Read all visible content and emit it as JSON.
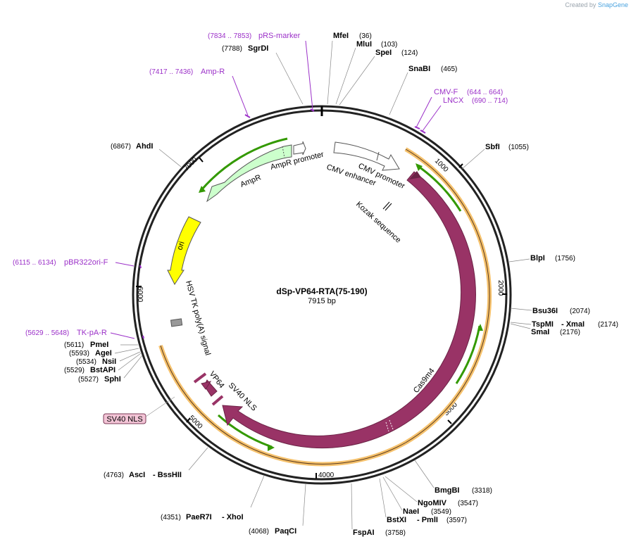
{
  "credit": {
    "prefix": "Created by",
    "brand": "SnapGene"
  },
  "plasmid": {
    "name": "dSp-VP64-RTA(75-190)",
    "length": "7915 bp"
  },
  "ticks": [
    "1000",
    "2000",
    "3000",
    "4000",
    "5000",
    "6000",
    "7000"
  ],
  "enzymes": [
    {
      "name": "MfeI",
      "pos": "(36)"
    },
    {
      "name": "MluI",
      "pos": "(103)"
    },
    {
      "name": "SpeI",
      "pos": "(124)"
    },
    {
      "name": "SnaBI",
      "pos": "(465)"
    },
    {
      "name": "SbfI",
      "pos": "(1055)"
    },
    {
      "name": "BlpI",
      "pos": "(1756)"
    },
    {
      "name": "Bsu36I",
      "pos": "(2074)"
    },
    {
      "name": "TspMI",
      "name2": "- XmaI",
      "pos": "(2174)"
    },
    {
      "name": "SmaI",
      "pos": "(2176)"
    },
    {
      "name": "BmgBI",
      "pos": "(3318)"
    },
    {
      "name": "NgoMIV",
      "pos": "(3547)"
    },
    {
      "name": "NaeI",
      "pos": "(3549)"
    },
    {
      "name": "BstXI",
      "name2": "- PmlI",
      "pos": "(3597)"
    },
    {
      "name": "FspAI",
      "pos": "(3758)"
    },
    {
      "name": "PaqCI",
      "pos": "(4068)"
    },
    {
      "name": "PaeR7I",
      "name2": "- XhoI",
      "pos": "(4351)"
    },
    {
      "name": "AscI",
      "name2": "- BssHII",
      "pos": "(4763)"
    },
    {
      "name": "SphI",
      "pos": "(5527)"
    },
    {
      "name": "BstAPI",
      "pos": "(5529)"
    },
    {
      "name": "NsiI",
      "pos": "(5534)"
    },
    {
      "name": "AgeI",
      "pos": "(5593)"
    },
    {
      "name": "PmeI",
      "pos": "(5611)"
    },
    {
      "name": "AhdI",
      "pos": "(6867)"
    },
    {
      "name": "SgrDI",
      "pos": "(7788)"
    }
  ],
  "primers": [
    {
      "name": "pRS-marker",
      "range": "(7834 .. 7853)"
    },
    {
      "name": "Amp-R",
      "range": "(7417 .. 7436)"
    },
    {
      "name": "CMV-F",
      "range": "(644 .. 664)"
    },
    {
      "name": "LNCX",
      "range": "(690 .. 714)"
    },
    {
      "name": "pBR322ori-F",
      "range": "(6115 .. 6134)"
    },
    {
      "name": "TK-pA-R",
      "range": "(5629 .. 5648)"
    }
  ],
  "features": {
    "amp_promoter": "AmpR promoter",
    "ampr": "AmpR",
    "cmv_enhancer": "CMV enhancer",
    "cmv_promoter": "CMV promoter",
    "kozak": "Kozak sequence",
    "ori": "ori",
    "hsv_tk": "HSV TK poly(A) signal",
    "cas9m4": "Cas9m4",
    "vp64": "VP64",
    "sv40_nls": "SV40 NLS",
    "sv40_nls_box": "SV40 NLS"
  },
  "colors": {
    "backbone": "#222222",
    "cas9": "#993366",
    "cas9_dark": "#6b2346",
    "ampr": "#ccffcc",
    "ori": "#ffff00",
    "primer": "#9b30c8",
    "orf": "#f5c16c",
    "orf_arrow": "#339900",
    "polyA": "#999999"
  }
}
